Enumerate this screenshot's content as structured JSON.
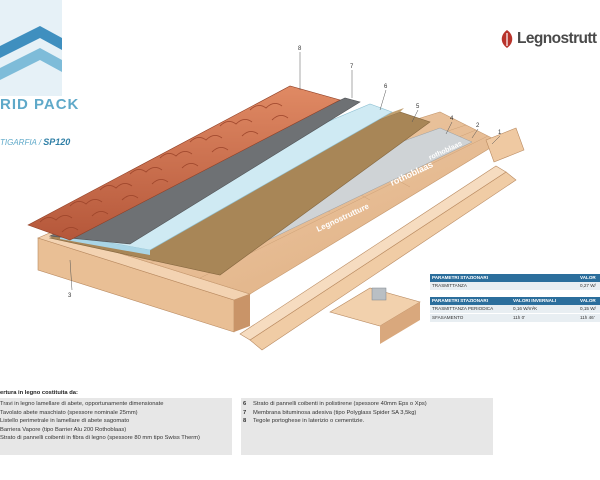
{
  "header": {
    "title": "RID PACK",
    "subtitle_prefix": "TIGARFIA /",
    "subtitle_code": "SP120",
    "logo_text": "Legnostrutt"
  },
  "diagram": {
    "callouts": [
      "8",
      "7",
      "6",
      "5",
      "4",
      "2",
      "1",
      "3"
    ],
    "stamp_text": "rothoblaas",
    "stamp_text_2": "Legnostrutture"
  },
  "tables": {
    "stationary": {
      "headers": [
        "PARAMETRI STAZIONARI",
        "",
        "VALOR"
      ],
      "rows": [
        [
          "TRASMITTANZA",
          "",
          "0,27 W/"
        ]
      ]
    },
    "periodic": {
      "headers": [
        "PARAMETRI STAZIONARI",
        "VALORI INVERNALI",
        "VALOR"
      ],
      "rows": [
        [
          "TRASMITTANZA PERIODICA",
          "0,16 W/m²K",
          "0,15 W/"
        ],
        [
          "SFASAMENTO",
          "11h 0'",
          "11h 46'"
        ]
      ]
    }
  },
  "legend": {
    "heading": "ertura in legno costituita da:",
    "left": [
      {
        "num": "",
        "text": "Travi in legno lamellare di abete, opportunamente dimensionate"
      },
      {
        "num": "",
        "text": "Tavolato abete maschiato (spessore nominale 25mm)"
      },
      {
        "num": "",
        "text": "Listello perimetrale in lamellare di abete sagomato"
      },
      {
        "num": "",
        "text": "Barriera Vapore (tipo Barrier Alu 200 Rothoblaas)"
      },
      {
        "num": "",
        "text": "Strato di pannelli coibenti in fibra di legno (spessore 80 mm tipo Swiss Therm)"
      }
    ],
    "right": [
      {
        "num": "6",
        "text": "Strato di pannelli coibenti in polistirene (spessore 40mm Eps o Xps)"
      },
      {
        "num": "7",
        "text": "Membrana bituminosa adesiva (tipo Polyglass Spider SA 3,5kg)"
      },
      {
        "num": "8",
        "text": "Tegole portoghese in laterizio o cementizie."
      }
    ]
  },
  "colors": {
    "accent_blue": "#5fa9c9",
    "table_header": "#2b6e9c",
    "logo_red": "#b8332b"
  }
}
